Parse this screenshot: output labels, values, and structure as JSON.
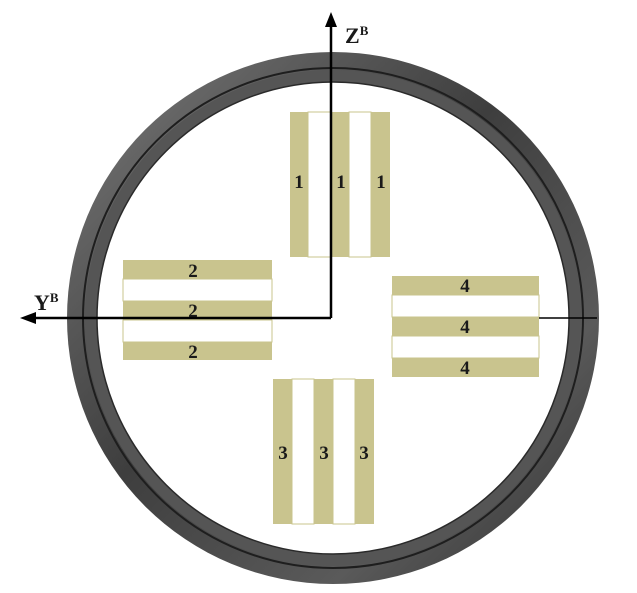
{
  "colors": {
    "ring_outer": "#3c3c3c",
    "ring_highlight": "#8a8a8a",
    "ring_inner_rim": "#4a4a4a",
    "plate": "#c9c48e",
    "axis": "#000000",
    "background": "#ffffff"
  },
  "axes": {
    "z_label": "Z",
    "z_sup": "B",
    "y_label": "Y",
    "y_sup": "B"
  },
  "groups": [
    {
      "id": "top",
      "labels": [
        "1",
        "1",
        "1"
      ]
    },
    {
      "id": "left",
      "labels": [
        "2",
        "2",
        "2"
      ]
    },
    {
      "id": "bottom",
      "labels": [
        "3",
        "3",
        "3"
      ]
    },
    {
      "id": "right",
      "labels": [
        "4",
        "4",
        "4"
      ]
    }
  ]
}
